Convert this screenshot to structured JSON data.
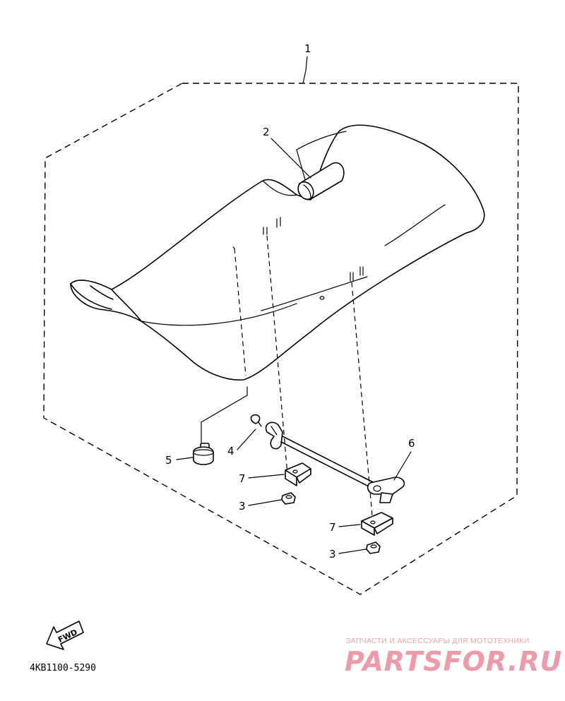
{
  "diagram": {
    "assembly_callout": "1",
    "callouts": [
      {
        "id": "callout-2",
        "label": "2",
        "part": "seat-handle-tube"
      },
      {
        "id": "callout-5",
        "label": "5",
        "part": "damper"
      },
      {
        "id": "callout-4",
        "label": "4",
        "part": "clip"
      },
      {
        "id": "callout-6",
        "label": "6",
        "part": "seat-lock-lever"
      },
      {
        "id": "callout-7a",
        "label": "7",
        "part": "bracket"
      },
      {
        "id": "callout-3a",
        "label": "3",
        "part": "nut"
      },
      {
        "id": "callout-7b",
        "label": "7",
        "part": "bracket"
      },
      {
        "id": "callout-3b",
        "label": "3",
        "part": "nut"
      }
    ],
    "fwd_label": "FWD",
    "part_code": "4KB1100-5290"
  },
  "watermark": {
    "tagline": "ЗАПЧАСТИ И АКСЕССУАРЫ ДЛЯ МОТОТЕХНИКИ",
    "brand": "PARTSFOR.RU",
    "color": "#ef9aa8"
  }
}
